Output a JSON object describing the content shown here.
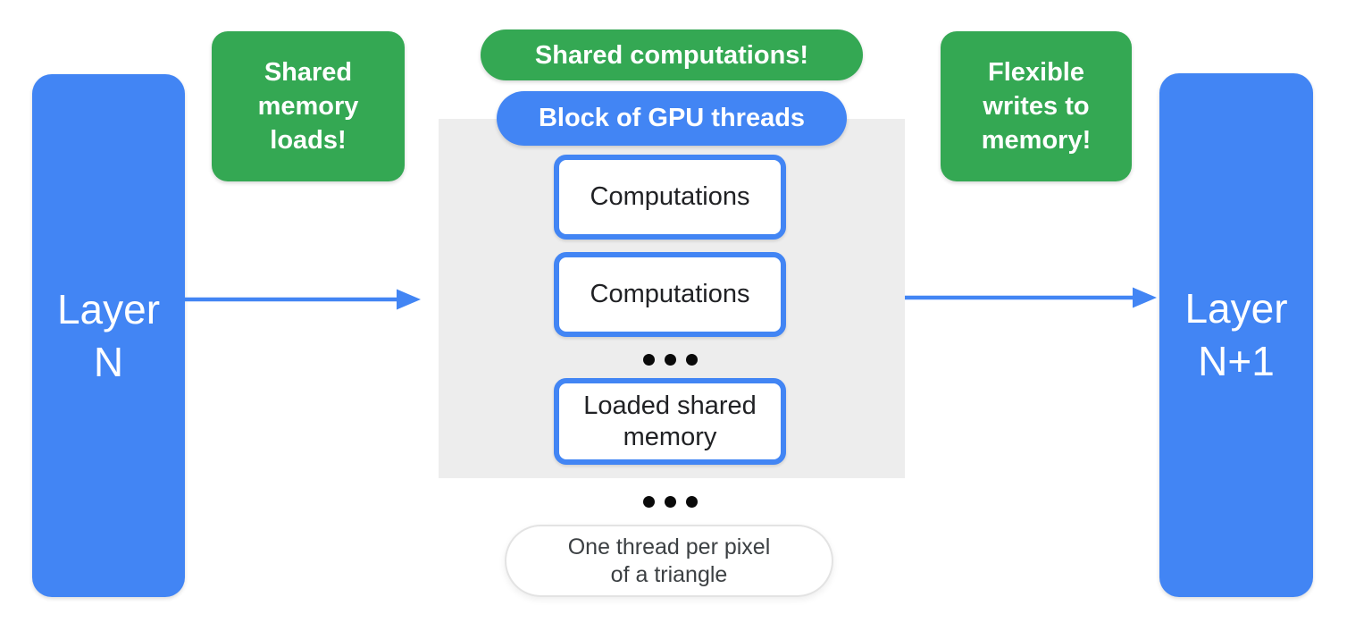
{
  "colors": {
    "blue": "#4285F4",
    "green": "#34A853",
    "block_background": "#EDEDED",
    "box_text": "#202124",
    "footnote_text": "#3C4043",
    "footnote_border": "#E3E3E3",
    "dot": "#0A0A0A",
    "background": "#FFFFFF"
  },
  "layers": {
    "left": {
      "label": "Layer\nN"
    },
    "right": {
      "label": "Layer\nN+1"
    }
  },
  "callouts": {
    "left": {
      "text": "Shared\nmemory\nloads!"
    },
    "top": {
      "text": "Shared computations!"
    },
    "right": {
      "text": "Flexible\nwrites to\nmemory!"
    }
  },
  "gpu_block": {
    "label": "Block of GPU threads",
    "items": [
      "Computations",
      "Computations",
      "Loaded shared\nmemory"
    ]
  },
  "footnote": {
    "text": "One thread per pixel\nof a triangle"
  },
  "icons": {
    "ellipsis_between_threads": "three-dots",
    "ellipsis_below_block": "three-dots",
    "flow_left": "arrow-right",
    "flow_right": "arrow-right"
  }
}
